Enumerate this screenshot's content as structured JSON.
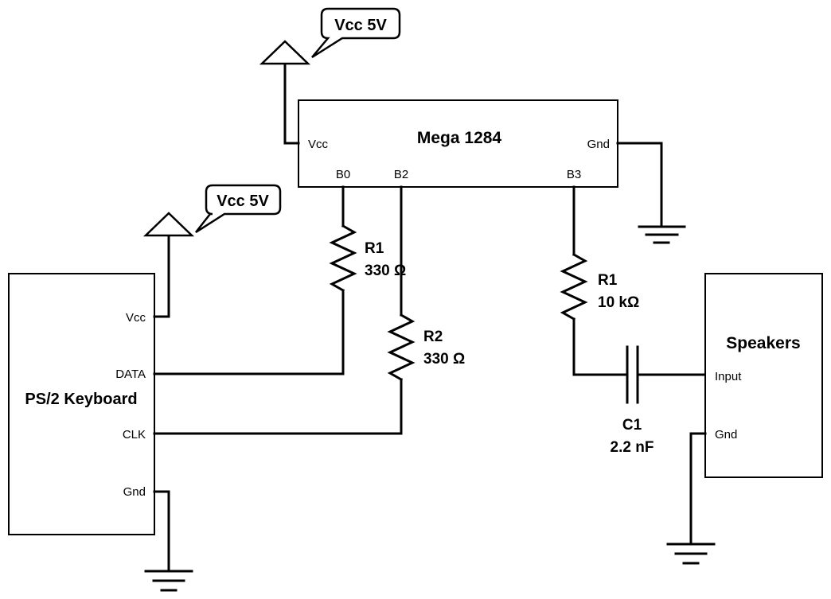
{
  "mcu": {
    "title": "Mega 1284",
    "pins": {
      "vcc": "Vcc",
      "gnd": "Gnd",
      "b0": "B0",
      "b2": "B2",
      "b3": "B3"
    }
  },
  "keyboard": {
    "title": "PS/2 Keyboard",
    "pins": {
      "vcc": "Vcc",
      "data": "DATA",
      "clk": "CLK",
      "gnd": "Gnd"
    }
  },
  "speakers": {
    "title": "Speakers",
    "pins": {
      "input": "Input",
      "gnd": "Gnd"
    }
  },
  "supplies": {
    "mcu_vcc": "Vcc 5V",
    "keyboard_vcc": "Vcc 5V"
  },
  "components": {
    "r_data": {
      "name": "R1",
      "value": "330 Ω"
    },
    "r_clk": {
      "name": "R2",
      "value": "330 Ω"
    },
    "r_audio": {
      "name": "R1",
      "value": "10 kΩ"
    },
    "c_audio": {
      "name": "C1",
      "value": "2.2 nF"
    }
  }
}
